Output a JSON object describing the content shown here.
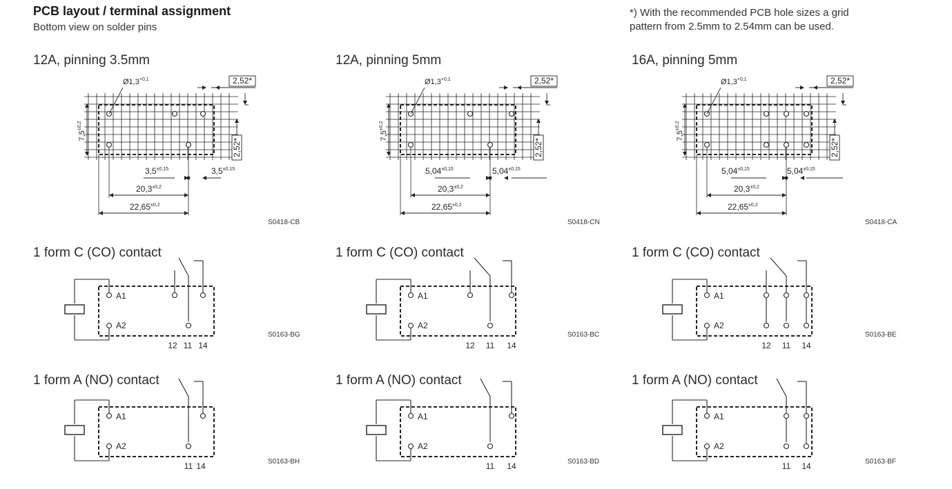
{
  "header": {
    "title": "PCB layout / terminal assignment",
    "subtitle": "Bottom view on solder pins",
    "note_line1": "*) With the recommended PCB hole sizes a grid",
    "note_line2": "pattern from 2.5mm to 2.54mm can be used."
  },
  "pcb_panels": [
    {
      "title": "12A, pinning 3.5mm",
      "code": "S0418-CB",
      "dim_hole": "Ø1,3",
      "dim_hole_tol": "+0,1",
      "dim_grid_top": "2,52*",
      "dim_grid_side": "2,52*",
      "dim_height": "7,5",
      "dim_height_tol": "±0,2",
      "dim_pitch_left": "3,5",
      "dim_pitch_right": "3,5",
      "dim_pitch_tol": "±0,15",
      "dim_mid": "20,3",
      "dim_mid_tol": "±0,2",
      "dim_total": "22,65",
      "dim_total_tol": "±0,2"
    },
    {
      "title": "12A, pinning 5mm",
      "code": "S0418-CN",
      "dim_hole": "Ø1,3",
      "dim_hole_tol": "+0,1",
      "dim_grid_top": "2,52*",
      "dim_grid_side": "2,52*",
      "dim_height": "7,5",
      "dim_height_tol": "±0,2",
      "dim_pitch_left": "5,04",
      "dim_pitch_right": "5,04",
      "dim_pitch_tol": "±0,15",
      "dim_mid": "20,3",
      "dim_mid_tol": "±0,2",
      "dim_total": "22,65",
      "dim_total_tol": "±0,2"
    },
    {
      "title": "16A, pinning 5mm",
      "code": "S0418-CA",
      "dim_hole": "Ø1,3",
      "dim_hole_tol": "+0,1",
      "dim_grid_top": "2,52*",
      "dim_grid_side": "2,52*",
      "dim_height": "7,5",
      "dim_height_tol": "±0,2",
      "dim_pitch_left": "5,04",
      "dim_pitch_right": "5,04",
      "dim_pitch_tol": "±0,15",
      "dim_mid": "20,3",
      "dim_mid_tol": "±0,2",
      "dim_total": "22,65",
      "dim_total_tol": "±0,2"
    }
  ],
  "co_panels": [
    {
      "title": "1 form C (CO) contact",
      "code": "S0163-BG",
      "coil_a1": "A1",
      "coil_a2": "A2",
      "pins": [
        "12",
        "11",
        "14"
      ]
    },
    {
      "title": "1 form C (CO) contact",
      "code": "S0163-BC",
      "coil_a1": "A1",
      "coil_a2": "A2",
      "pins": [
        "12",
        "11",
        "14"
      ]
    },
    {
      "title": "1 form C (CO) contact",
      "code": "S0163-BE",
      "coil_a1": "A1",
      "coil_a2": "A2",
      "pins": [
        "12",
        "11",
        "14"
      ]
    }
  ],
  "no_panels": [
    {
      "title": "1 form A (NO) contact",
      "code": "S0163-BH",
      "coil_a1": "A1",
      "coil_a2": "A2",
      "pins": [
        "11",
        "14"
      ]
    },
    {
      "title": "1 form A (NO) contact",
      "code": "S0163-BD",
      "coil_a1": "A1",
      "coil_a2": "A2",
      "pins": [
        "11",
        "14"
      ]
    },
    {
      "title": "1 form A (NO) contact",
      "code": "S0163-BF",
      "coil_a1": "A1",
      "coil_a2": "A2",
      "pins": [
        "11",
        "14"
      ]
    }
  ]
}
